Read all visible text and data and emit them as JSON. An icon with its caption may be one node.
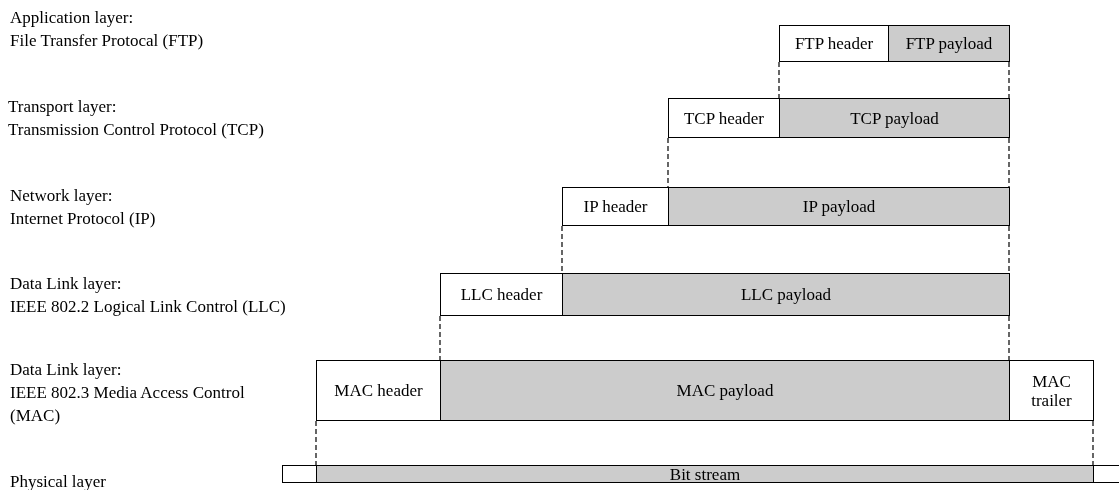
{
  "diagram": {
    "nodes": [
      {
        "text": [
          "FTP header"
        ]
      },
      {
        "text": [
          "FTP payload"
        ]
      },
      {
        "text": [
          "TCP header"
        ]
      },
      {
        "text": [
          "TCP payload"
        ]
      },
      {
        "text": [
          "IP header"
        ]
      },
      {
        "text": [
          "IP payload"
        ]
      },
      {
        "text": [
          "LLC header"
        ]
      },
      {
        "text": [
          "LLC payload"
        ]
      },
      {
        "text": [
          "MAC header"
        ]
      },
      {
        "text": [
          "MAC payload"
        ]
      },
      {
        "text": [
          "MAC trailer"
        ]
      },
      {
        "text": [],
        "shape": "box"
      },
      {
        "text": [
          "Bit stream"
        ]
      },
      {
        "text": [],
        "shape": "box"
      }
    ],
    "edges": [
      {
        "from": 0,
        "to": 3,
        "arrow": "none",
        "style": "dashed"
      },
      {
        "from": 1,
        "to": 3,
        "arrow": "none",
        "style": "dashed"
      },
      {
        "from": 2,
        "to": 5,
        "arrow": "none",
        "style": "dashed"
      },
      {
        "from": 3,
        "to": 5,
        "arrow": "none",
        "style": "dashed"
      },
      {
        "from": 4,
        "to": 7,
        "arrow": "none",
        "style": "dashed"
      },
      {
        "from": 5,
        "to": 7,
        "arrow": "none",
        "style": "dashed"
      },
      {
        "from": 6,
        "to": 9,
        "arrow": "none",
        "style": "dashed"
      },
      {
        "from": 7,
        "to": 9,
        "arrow": "none",
        "style": "dashed"
      },
      {
        "from": 8,
        "to": 12,
        "arrow": "none",
        "style": "dashed"
      },
      {
        "from": 10,
        "to": 12,
        "arrow": "none",
        "style": "dashed"
      }
    ],
    "labels": [
      "Application layer:",
      "File Transfer Protocal (FTP)",
      "Transport layer:",
      "Transmission Control Protocol (TCP)",
      "Network layer:",
      "Internet Protocol (IP)",
      "Data Link layer:",
      "IEEE 802.2 Logical Link Control (LLC)",
      "Data Link layer:",
      "IEEE 802.3 Media Access Control (MAC)",
      "Physical layer"
    ]
  }
}
